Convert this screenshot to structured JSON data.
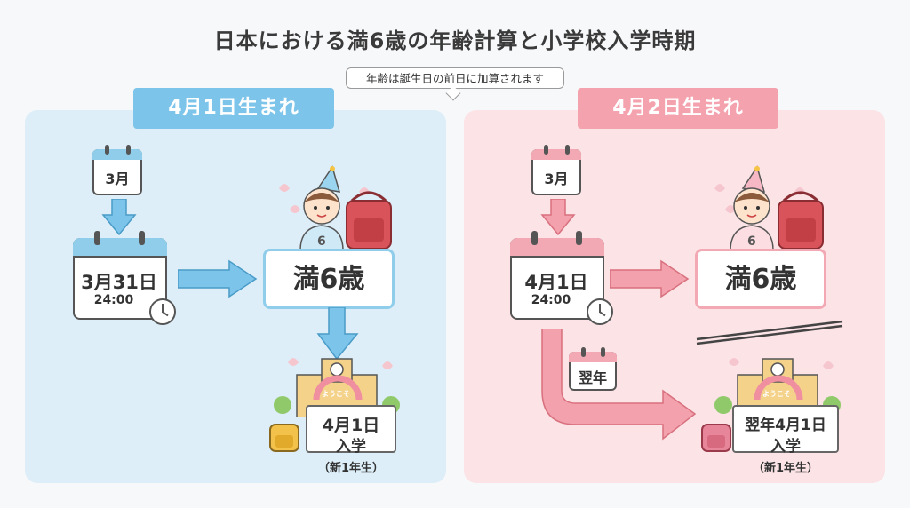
{
  "title": "日本における満6歳の年齢計算と小学校入学時期",
  "note": "年齢は誕生日の前日に加算されます",
  "left": {
    "header": "4月1日生まれ",
    "month_calendar": "3月",
    "day_calendar_date": "3月31日",
    "day_calendar_time": "24:00",
    "age_label": "満6歳",
    "shirt_number": "6",
    "enroll_date": "4月1日",
    "enroll_word": "入学",
    "grade": "（新1年生）",
    "banner": "ようこそ",
    "accent_color": "#7cc4ea"
  },
  "right": {
    "header": "4月2日生まれ",
    "month_calendar": "3月",
    "day_calendar_date": "4月1日",
    "day_calendar_time": "24:00",
    "age_label": "満6歳",
    "shirt_number": "6",
    "next_year_calendar": "翌年",
    "enroll_date": "翌年4月1日",
    "enroll_word": "入学",
    "grade": "（新1年生）",
    "banner": "ようこそ",
    "accent_color": "#f3a2ae"
  }
}
